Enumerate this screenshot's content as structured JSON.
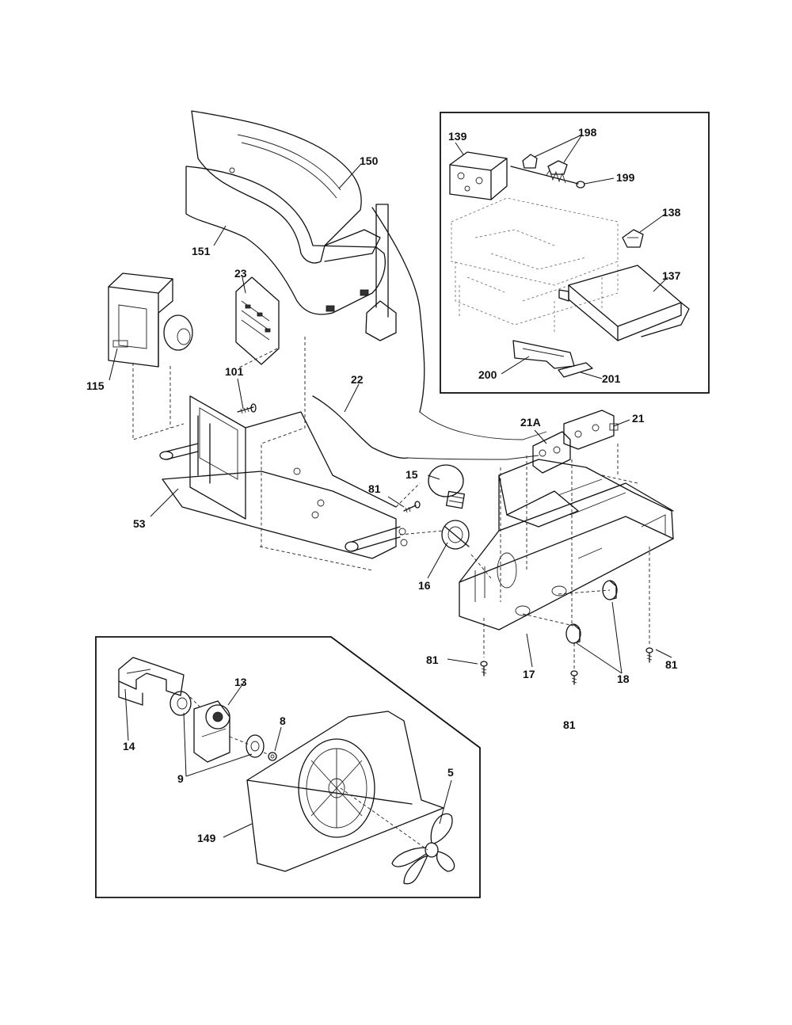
{
  "callouts": [
    {
      "id": "c150",
      "text": "150"
    },
    {
      "id": "c151",
      "text": "151"
    },
    {
      "id": "c23",
      "text": "23"
    },
    {
      "id": "c115",
      "text": "115"
    },
    {
      "id": "c101",
      "text": "101"
    },
    {
      "id": "c22",
      "text": "22"
    },
    {
      "id": "c53",
      "text": "53"
    },
    {
      "id": "c81a",
      "text": "81"
    },
    {
      "id": "c15",
      "text": "15"
    },
    {
      "id": "c16",
      "text": "16"
    },
    {
      "id": "c21A",
      "text": "21A"
    },
    {
      "id": "c21",
      "text": "21"
    },
    {
      "id": "c139",
      "text": "139"
    },
    {
      "id": "c198",
      "text": "198"
    },
    {
      "id": "c199",
      "text": "199"
    },
    {
      "id": "c138",
      "text": "138"
    },
    {
      "id": "c137",
      "text": "137"
    },
    {
      "id": "c200",
      "text": "200"
    },
    {
      "id": "c201",
      "text": "201"
    },
    {
      "id": "c81b",
      "text": "81"
    },
    {
      "id": "c17",
      "text": "17"
    },
    {
      "id": "c18",
      "text": "18"
    },
    {
      "id": "c81c",
      "text": "81"
    },
    {
      "id": "c81d",
      "text": "81"
    },
    {
      "id": "c13",
      "text": "13"
    },
    {
      "id": "c14",
      "text": "14"
    },
    {
      "id": "c8",
      "text": "8"
    },
    {
      "id": "c9",
      "text": "9"
    },
    {
      "id": "c5",
      "text": "5"
    },
    {
      "id": "c149",
      "text": "149"
    }
  ]
}
